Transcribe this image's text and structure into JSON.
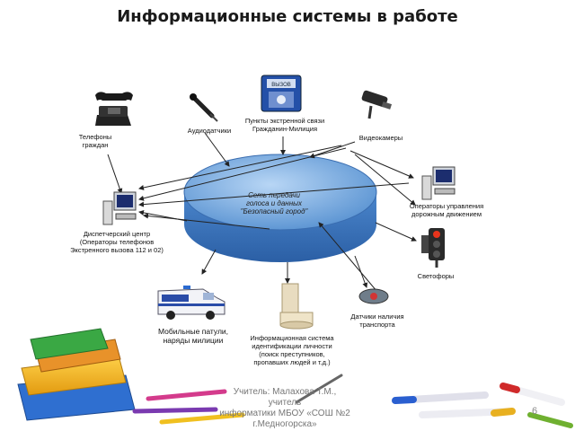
{
  "slide": {
    "title": "Информационные системы в работе",
    "number": "6",
    "author_note": "Учитель: Малахова Т.М.,\nучитель\nинформатики МБОУ «СОШ №2\nг.Медногорска»"
  },
  "diagram": {
    "center_label": "Сеть передачи\nголоса и данных\n\"Безопасный город\"",
    "nodes": [
      {
        "id": "citizen-phones",
        "label": "Телефоны\nграждан",
        "icon": "telephone-icon"
      },
      {
        "id": "audio-sensors",
        "label": "Аудиодатчики",
        "icon": "microphone-icon"
      },
      {
        "id": "emergency-points",
        "label": "Пункты экстренной связи\nГражданин-Милиция",
        "icon": "intercom-panel-icon",
        "panel_text": "ВЫЗОВ"
      },
      {
        "id": "video-cameras",
        "label": "Видеокамеры",
        "icon": "cctv-camera-icon"
      },
      {
        "id": "dispatch-center",
        "label": "Диспетчерский центр\n(Операторы телефонов\nЭкстренного вызова 112 и 02)",
        "icon": "computer-icon"
      },
      {
        "id": "traffic-operators",
        "label": "Операторы управления\nдорожным движением",
        "icon": "computer-icon"
      },
      {
        "id": "traffic-lights",
        "label": "Светофоры",
        "icon": "traffic-light-icon"
      },
      {
        "id": "mobile-patrols",
        "label": "Мобильные патули,\nнаряды милиции",
        "icon": "police-van-icon"
      },
      {
        "id": "identification-system",
        "label": "Информационная система\nидентификации личности\n(поиск преступников,\nпропавших людей и т.д.)",
        "icon": "server-icon"
      },
      {
        "id": "transport-sensors",
        "label": "Датчики наличия\nтранспорта",
        "icon": "sensor-icon"
      }
    ]
  },
  "colors": {
    "disk_top": "#7aaede",
    "disk_side": "#3d78c0",
    "arrow": "#222222"
  }
}
